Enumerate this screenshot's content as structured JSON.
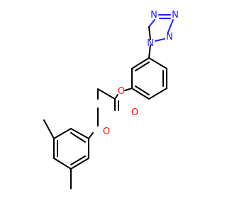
{
  "molecule": {
    "atoms": {
      "tetrazole_n1": {
        "symbol": "N",
        "color": "#2020ff"
      },
      "tetrazole_n2": {
        "symbol": "N",
        "color": "#2020ff"
      },
      "tetrazole_n3": {
        "symbol": "N",
        "color": "#2020ff"
      },
      "tetrazole_n4": {
        "symbol": "N",
        "color": "#2020ff"
      },
      "ester_o": {
        "symbol": "O",
        "color": "#ff0d0d"
      },
      "carbonyl_o": {
        "symbol": "O",
        "color": "#ff0d0d"
      },
      "ether_o": {
        "symbol": "O",
        "color": "#ff0d0d"
      }
    },
    "bond_color": "#000000"
  }
}
